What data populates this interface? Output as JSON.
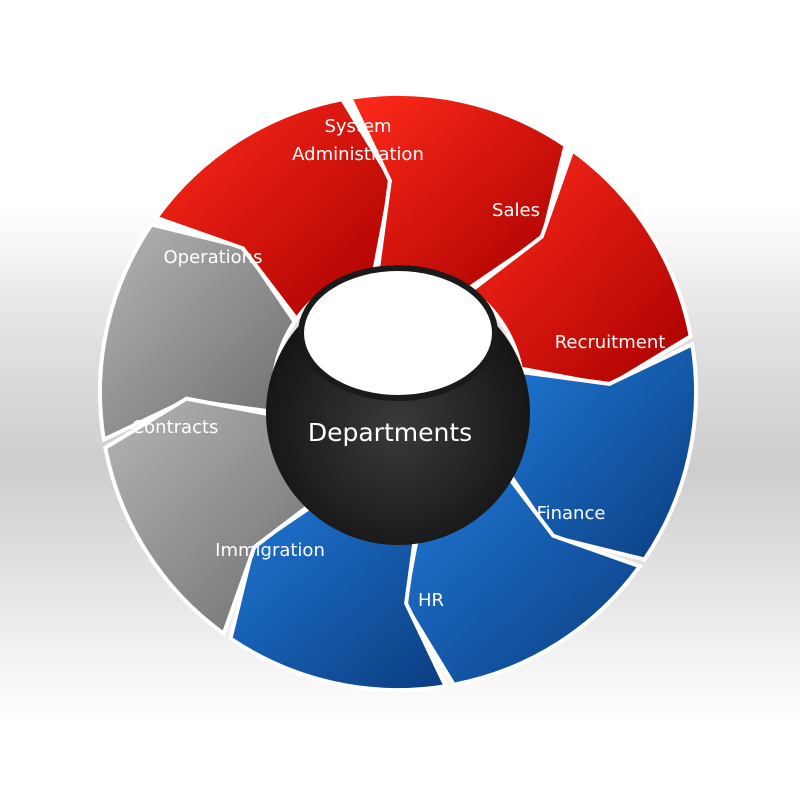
{
  "diagram": {
    "center": {
      "label": "Departments"
    },
    "segments": [
      {
        "name": "system-administration",
        "lines": [
          "System",
          "Administration"
        ],
        "color": "gray"
      },
      {
        "name": "sales",
        "lines": [
          "Sales"
        ],
        "color": "red"
      },
      {
        "name": "recruitment",
        "lines": [
          "Recruitment"
        ],
        "color": "red"
      },
      {
        "name": "finance",
        "lines": [
          "Finance"
        ],
        "color": "red"
      },
      {
        "name": "hr",
        "lines": [
          "HR"
        ],
        "color": "blue"
      },
      {
        "name": "immigration",
        "lines": [
          "Immigration"
        ],
        "color": "blue"
      },
      {
        "name": "contracts",
        "lines": [
          "Contracts"
        ],
        "color": "blue"
      },
      {
        "name": "operations",
        "lines": [
          "Operations"
        ],
        "color": "gray"
      }
    ],
    "colors": {
      "red": "#e01010",
      "blue": "#1860b0",
      "gray": "#8a8a8a",
      "hub": "#222222"
    }
  }
}
